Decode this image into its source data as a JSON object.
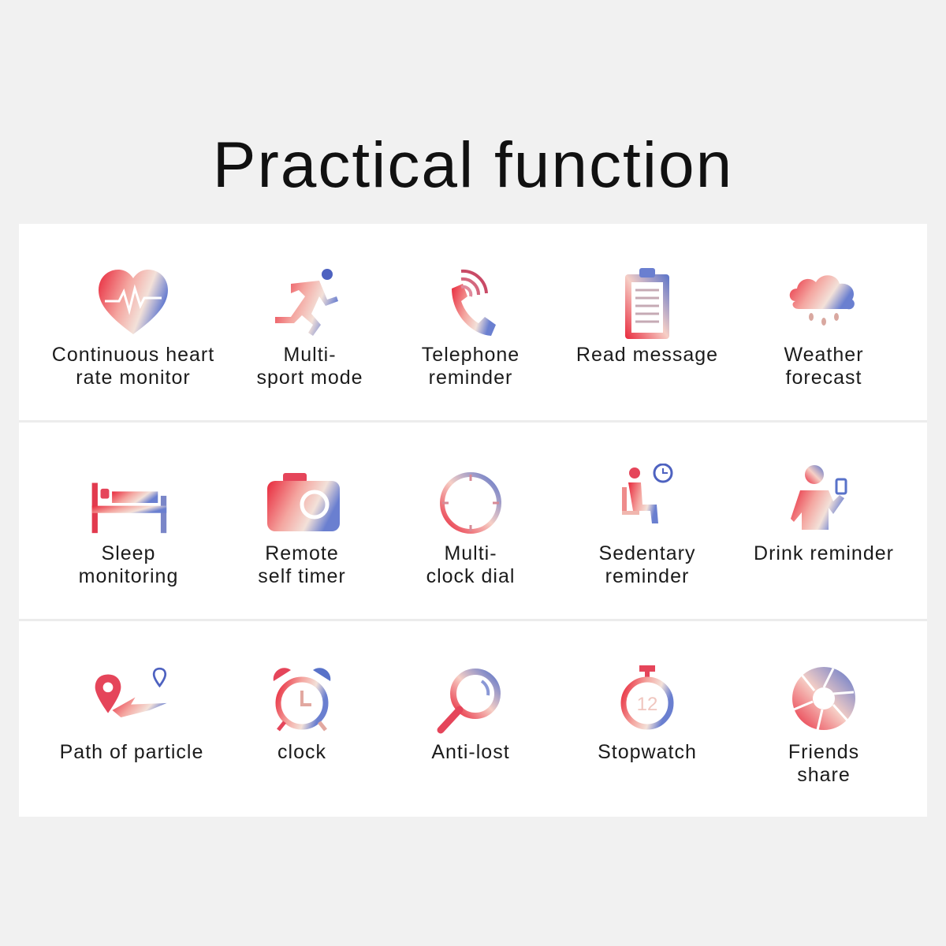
{
  "title": "Practical function",
  "features": [
    [
      {
        "icon": "heart-rate-icon",
        "label": "Continuous heart\nrate monitor"
      },
      {
        "icon": "runner-icon",
        "label": "Multi-\nsport mode"
      },
      {
        "icon": "telephone-icon",
        "label": "Telephone\nreminder"
      },
      {
        "icon": "clipboard-icon",
        "label": "Read message"
      },
      {
        "icon": "rain-cloud-icon",
        "label": "Weather\nforecast"
      }
    ],
    [
      {
        "icon": "bed-icon",
        "label": "Sleep\nmonitoring"
      },
      {
        "icon": "camera-icon",
        "label": "Remote\nself timer"
      },
      {
        "icon": "clock-dial-icon",
        "label": "Multi-\nclock dial"
      },
      {
        "icon": "sitting-person-icon",
        "label": "Sedentary\nreminder"
      },
      {
        "icon": "drinking-person-icon",
        "label": "Drink  reminder"
      }
    ],
    [
      {
        "icon": "location-path-icon",
        "label": "Path  of particle"
      },
      {
        "icon": "alarm-clock-icon",
        "label": "clock"
      },
      {
        "icon": "magnifier-icon",
        "label": "Anti-lost"
      },
      {
        "icon": "stopwatch-icon",
        "label": "Stopwatch"
      },
      {
        "icon": "shutter-icon",
        "label": "Friends\nshare"
      }
    ]
  ],
  "stopwatch_number": "12"
}
